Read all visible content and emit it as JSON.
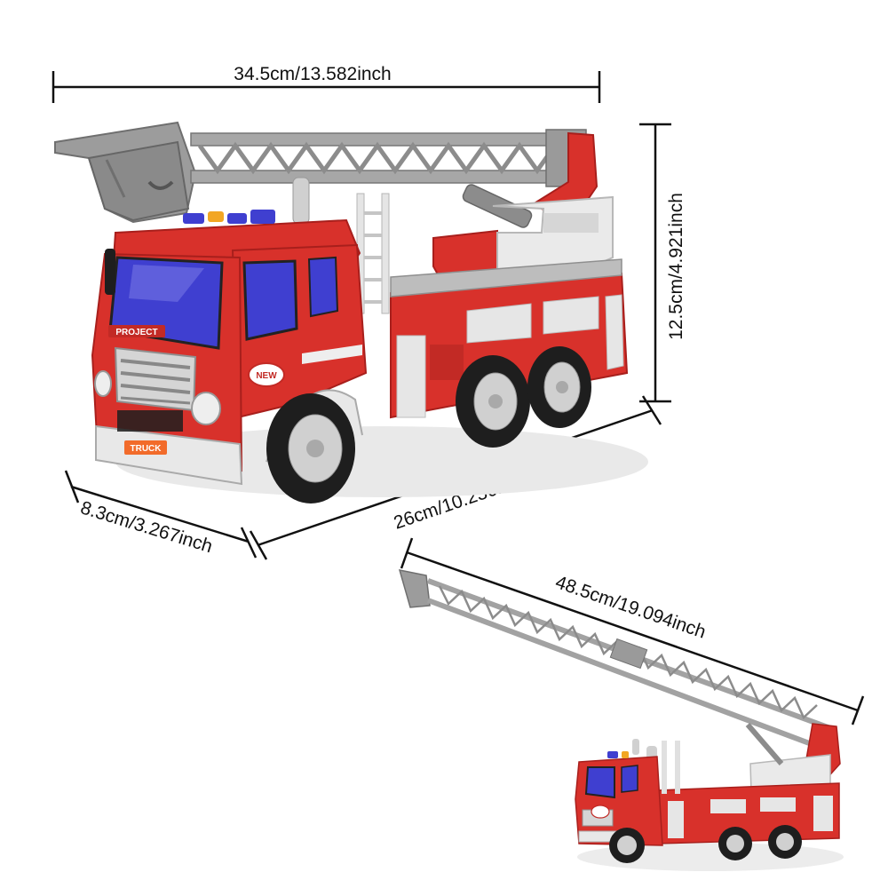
{
  "dimensions": {
    "length": "34.5cm/13.582inch",
    "height": "12.5cm/4.921inch",
    "width": "8.3cm/3.267inch",
    "depth": "26cm/10.236inch",
    "ladder_extended": "48.5cm/19.094inch"
  },
  "decals": {
    "grille_plate": "TRUCK",
    "door_badge": "NEW",
    "windshield_strip": "PROJECT"
  },
  "colors": {
    "body_red": "#d8312b",
    "dark_red": "#a81f1c",
    "ladder_gray": "#9a9a9a",
    "light_gray": "#c9c9c9",
    "window_blue": "#3f3fd0",
    "tire": "#1e1e1e",
    "white_trim": "#eeeeee",
    "plate_orange": "#f26b2a"
  }
}
